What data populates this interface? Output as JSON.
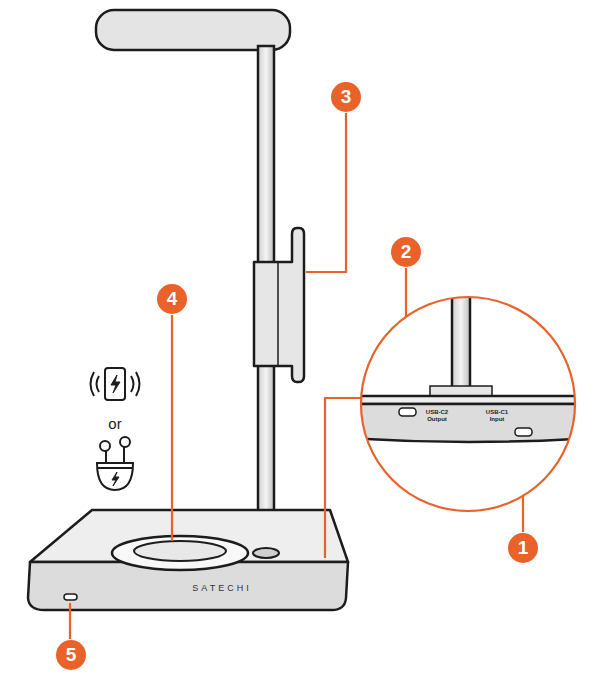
{
  "diagram": {
    "labels": [
      "3",
      "2",
      "4",
      "or",
      "USB-C2 Output",
      "USB-C1 Input",
      "1",
      "SATECHI",
      "5"
    ]
  }
}
